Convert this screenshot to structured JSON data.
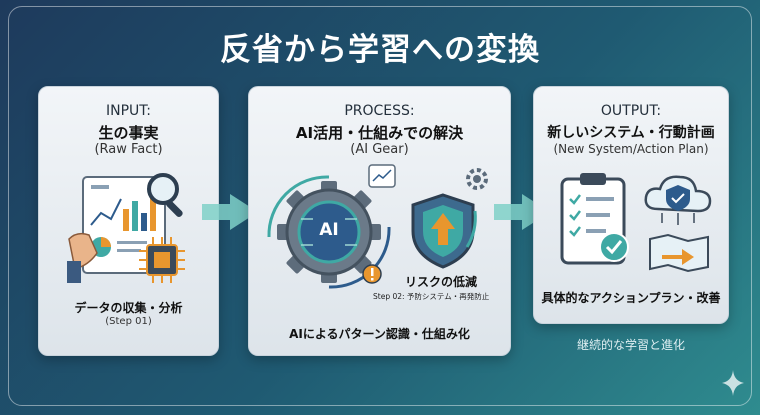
{
  "title": "反省から学習への変換",
  "input": {
    "label": "INPUT:",
    "title": "生の事実",
    "subtitle": "(Raw Fact)",
    "caption": "データの収集・分析",
    "step": "(Step 01)"
  },
  "process": {
    "label": "PROCESS:",
    "title": "AI活用・仕組みでの解決",
    "subtitle": "(AI Gear)",
    "gear_label": "AI",
    "risk_title": "リスクの低減",
    "risk_step": "Step 02: 予防システム・再発防止",
    "caption": "AIによるパターン認識・仕組み化"
  },
  "output": {
    "label": "OUTPUT:",
    "title": "新しいシステム・行動計画",
    "subtitle": "(New System/Action Plan)",
    "caption": "具体的なアクションプラン・改善"
  },
  "footer": "継続的な学習と進化",
  "colors": {
    "bg_start": "#1e3a5c",
    "bg_end": "#2f8c8f",
    "panel": "#eef2f6",
    "accent_teal": "#3fa9a4",
    "accent_orange": "#e8962e",
    "accent_blue": "#2d5b8c"
  },
  "icons": [
    "report-icon",
    "magnifier-icon",
    "chip-icon",
    "gear-icon",
    "shield-icon",
    "clipboard-icon",
    "cloud-icon",
    "roadmap-icon",
    "sparkle-icon"
  ]
}
